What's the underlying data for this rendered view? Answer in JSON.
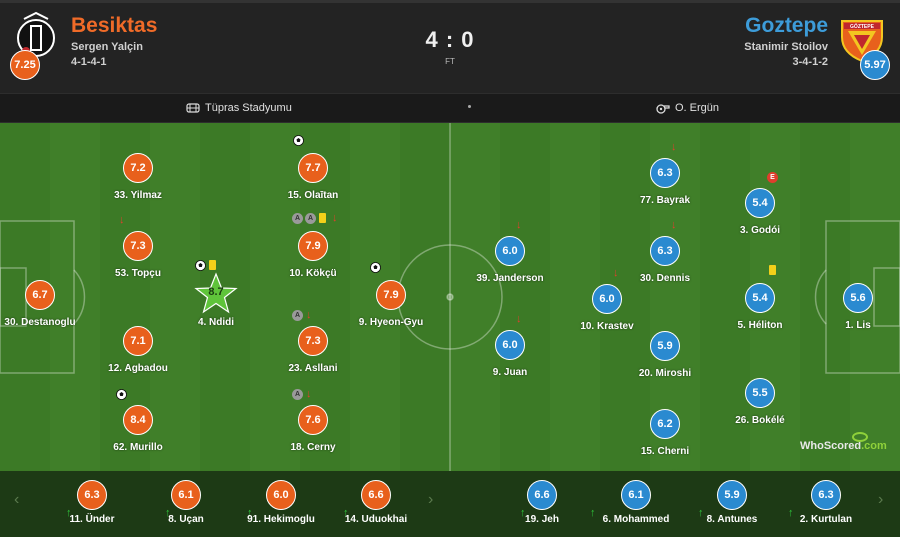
{
  "header": {
    "home": {
      "name": "Besiktas",
      "coach": "Sergen Yalçin",
      "formation": "4-1-4-1",
      "rating": "7.25",
      "color": "#e8601c"
    },
    "away": {
      "name": "Goztepe",
      "coach": "Stanimir Stoilov",
      "formation": "3-4-1-2",
      "rating": "5.97",
      "color": "#2a8ad0",
      "crest_text": "GÖZTEPE"
    },
    "score": "4 : 0",
    "status": "FT"
  },
  "info": {
    "venue": "Tüpras Stadyumu",
    "referee": "O. Ergün"
  },
  "home_players": [
    {
      "id": "destanoglu",
      "name": "30. Destanoglu",
      "rating": "6.7"
    },
    {
      "id": "yilmaz",
      "name": "33. Yilmaz",
      "rating": "7.2"
    },
    {
      "id": "topcu",
      "name": "53. Topçu",
      "rating": "7.3"
    },
    {
      "id": "agbadou",
      "name": "12. Agbadou",
      "rating": "7.1"
    },
    {
      "id": "murillo",
      "name": "62. Murillo",
      "rating": "8.4"
    },
    {
      "id": "ndidi",
      "name": "4. Ndidi",
      "rating": "8.7"
    },
    {
      "id": "olaitan",
      "name": "15. Olaītan",
      "rating": "7.7"
    },
    {
      "id": "kokcu",
      "name": "10. Kökçü",
      "rating": "7.9"
    },
    {
      "id": "asllani",
      "name": "23. Asllani",
      "rating": "7.3"
    },
    {
      "id": "cerny",
      "name": "18. Cerny",
      "rating": "7.6"
    },
    {
      "id": "hyeongyu",
      "name": "9. Hyeon-Gyu",
      "rating": "7.9"
    }
  ],
  "away_players": [
    {
      "id": "janderson",
      "name": "39. Janderson",
      "rating": "6.0"
    },
    {
      "id": "juan",
      "name": "9. Juan",
      "rating": "6.0"
    },
    {
      "id": "krastev",
      "name": "10. Krastev",
      "rating": "6.0"
    },
    {
      "id": "bayrak",
      "name": "77. Bayrak",
      "rating": "6.3"
    },
    {
      "id": "dennis",
      "name": "30. Dennis",
      "rating": "6.3"
    },
    {
      "id": "miroshi",
      "name": "20. Miroshi",
      "rating": "5.9"
    },
    {
      "id": "cherni",
      "name": "15. Cherni",
      "rating": "6.2"
    },
    {
      "id": "godoi",
      "name": "3. Godói",
      "rating": "5.4"
    },
    {
      "id": "heliton",
      "name": "5. Héliton",
      "rating": "5.4"
    },
    {
      "id": "bokele",
      "name": "26. Bokélé",
      "rating": "5.5"
    },
    {
      "id": "lis",
      "name": "1. Lis",
      "rating": "5.6"
    }
  ],
  "home_subs": [
    {
      "name": "11. Ünder",
      "rating": "6.3"
    },
    {
      "name": "8. Uçan",
      "rating": "6.1"
    },
    {
      "name": "91. Hekimoglu",
      "rating": "6.0"
    },
    {
      "name": "14. Uduokhai",
      "rating": "6.6"
    }
  ],
  "away_subs": [
    {
      "name": "19. Jeh",
      "rating": "6.6"
    },
    {
      "name": "6. Mohammed",
      "rating": "6.1"
    },
    {
      "name": "8. Antunes",
      "rating": "5.9"
    },
    {
      "name": "2. Kurtulan",
      "rating": "6.3"
    }
  ],
  "events": {
    "assist_label": "A",
    "error_label": "E",
    "down_arrow": "↓",
    "up_arrow": "↑",
    "goal_icon": "soccer-ball-icon",
    "card_icon": "yellow-card-icon"
  },
  "branding": {
    "logo_text": "WhoScored",
    "logo_suffix": ".com"
  },
  "nav": {
    "prev": "‹",
    "next": "›"
  }
}
